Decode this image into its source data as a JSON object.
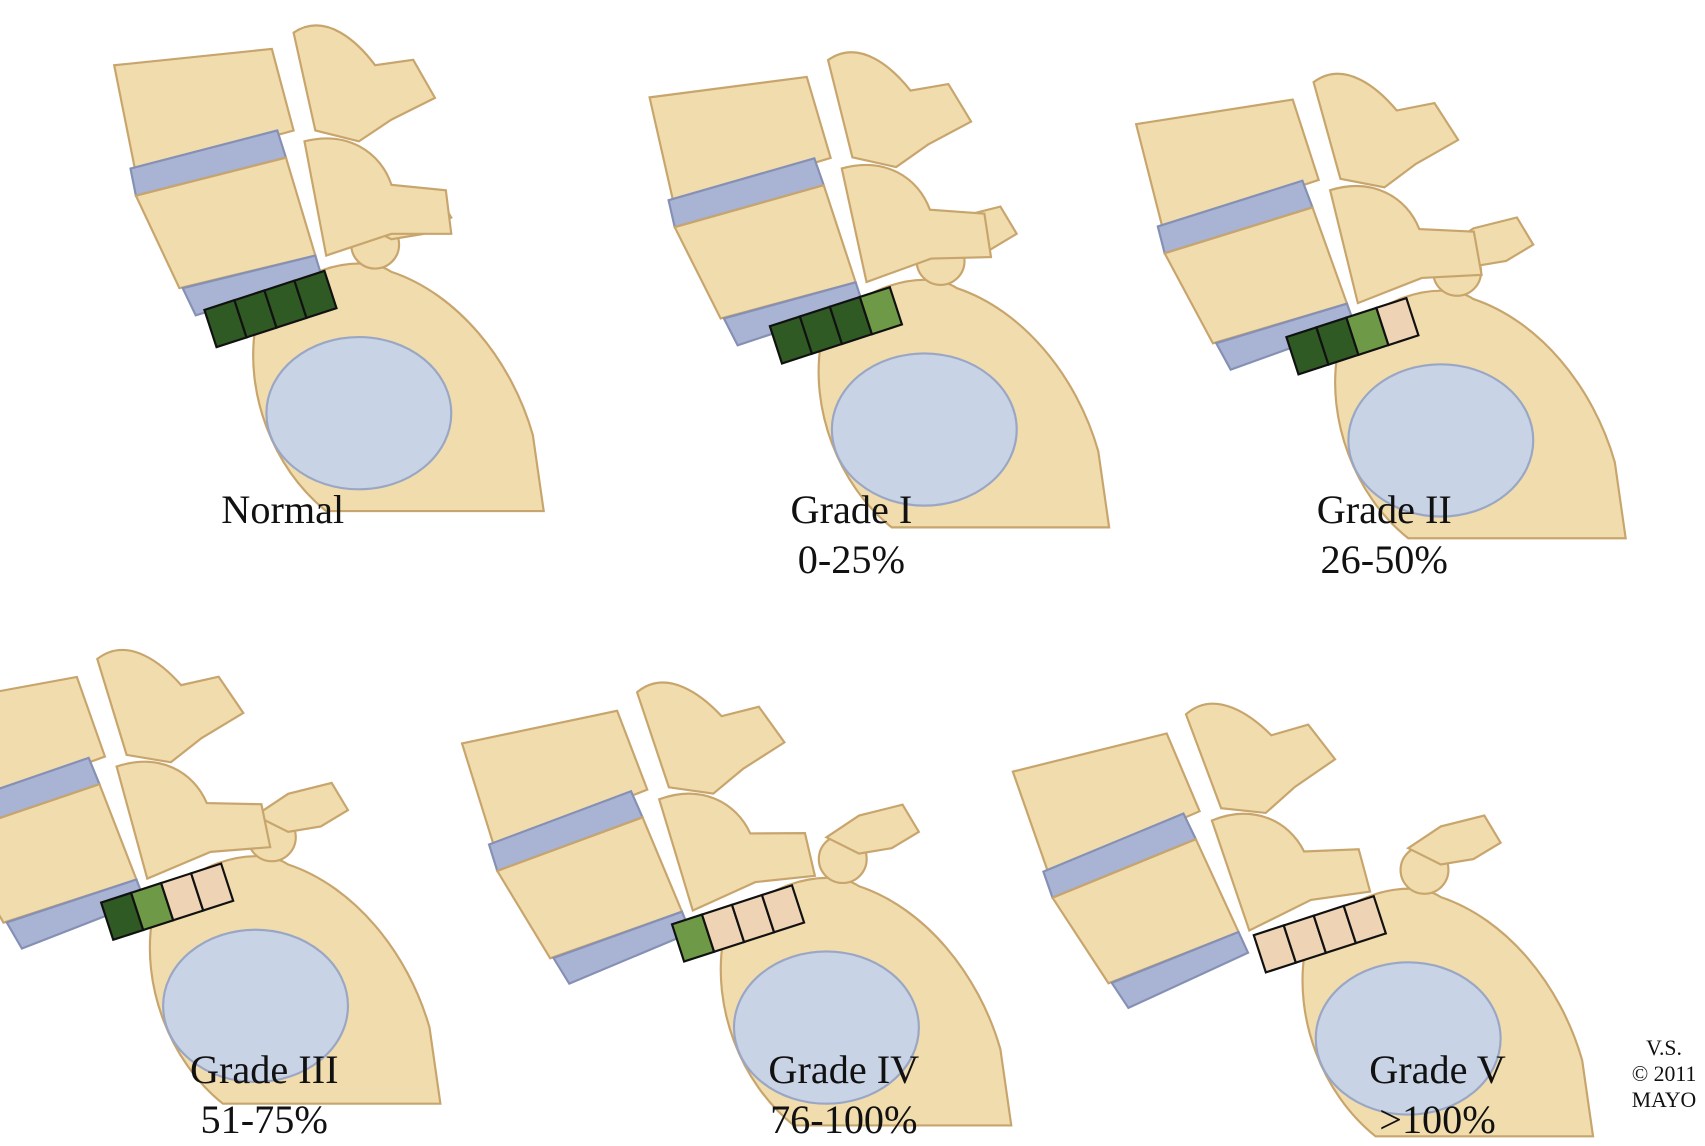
{
  "panels": [
    {
      "title": "Normal",
      "range": "",
      "grade": 0,
      "green_squares": 4
    },
    {
      "title": "Grade I",
      "range": "0-25%",
      "grade": 1,
      "green_squares": 4
    },
    {
      "title": "Grade II",
      "range": "26-50%",
      "grade": 2,
      "green_squares": 3
    },
    {
      "title": "Grade III",
      "range": "51-75%",
      "grade": 3,
      "green_squares": 2
    },
    {
      "title": "Grade IV",
      "range": "76-100%",
      "grade": 4,
      "green_squares": 1
    },
    {
      "title": "Grade V",
      "range": ">100%",
      "grade": 5,
      "green_squares": 0
    }
  ],
  "credit": {
    "initials": "V.S.",
    "copyright": "© 2011",
    "org": "MAYO"
  },
  "colors": {
    "bone": "#f1dcae",
    "bone_edge": "#c8a56c",
    "disc": "#a9b3d3",
    "cartilage": "#c9d3e6",
    "green_dark": "#2f5a24",
    "green_light": "#6e9a48",
    "tan_square": "#efd3b5"
  }
}
